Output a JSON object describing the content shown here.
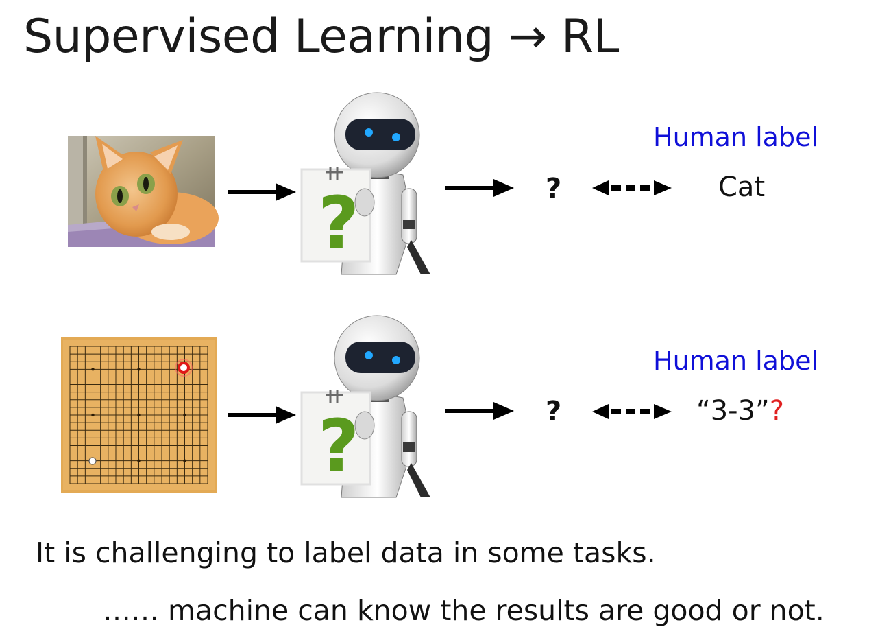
{
  "slide": {
    "title": "Supervised Learning → RL",
    "rows": [
      {
        "input": "cat-photo",
        "machine_output": "?",
        "human_label_heading": "Human label",
        "label_value": "Cat",
        "label_suffix": ""
      },
      {
        "input": "go-board",
        "machine_output": "?",
        "human_label_heading": "Human label",
        "label_value": "“3-3”",
        "label_suffix": "?"
      }
    ],
    "caption_line1": "It is challenging to label data in some tasks.",
    "caption_line2": "…… machine can know the results are good or not.",
    "card_glyph": "?",
    "colors": {
      "human_label": "#1010d8",
      "label_suffix": "#e02020",
      "card_question": "#5a9a1e"
    }
  }
}
